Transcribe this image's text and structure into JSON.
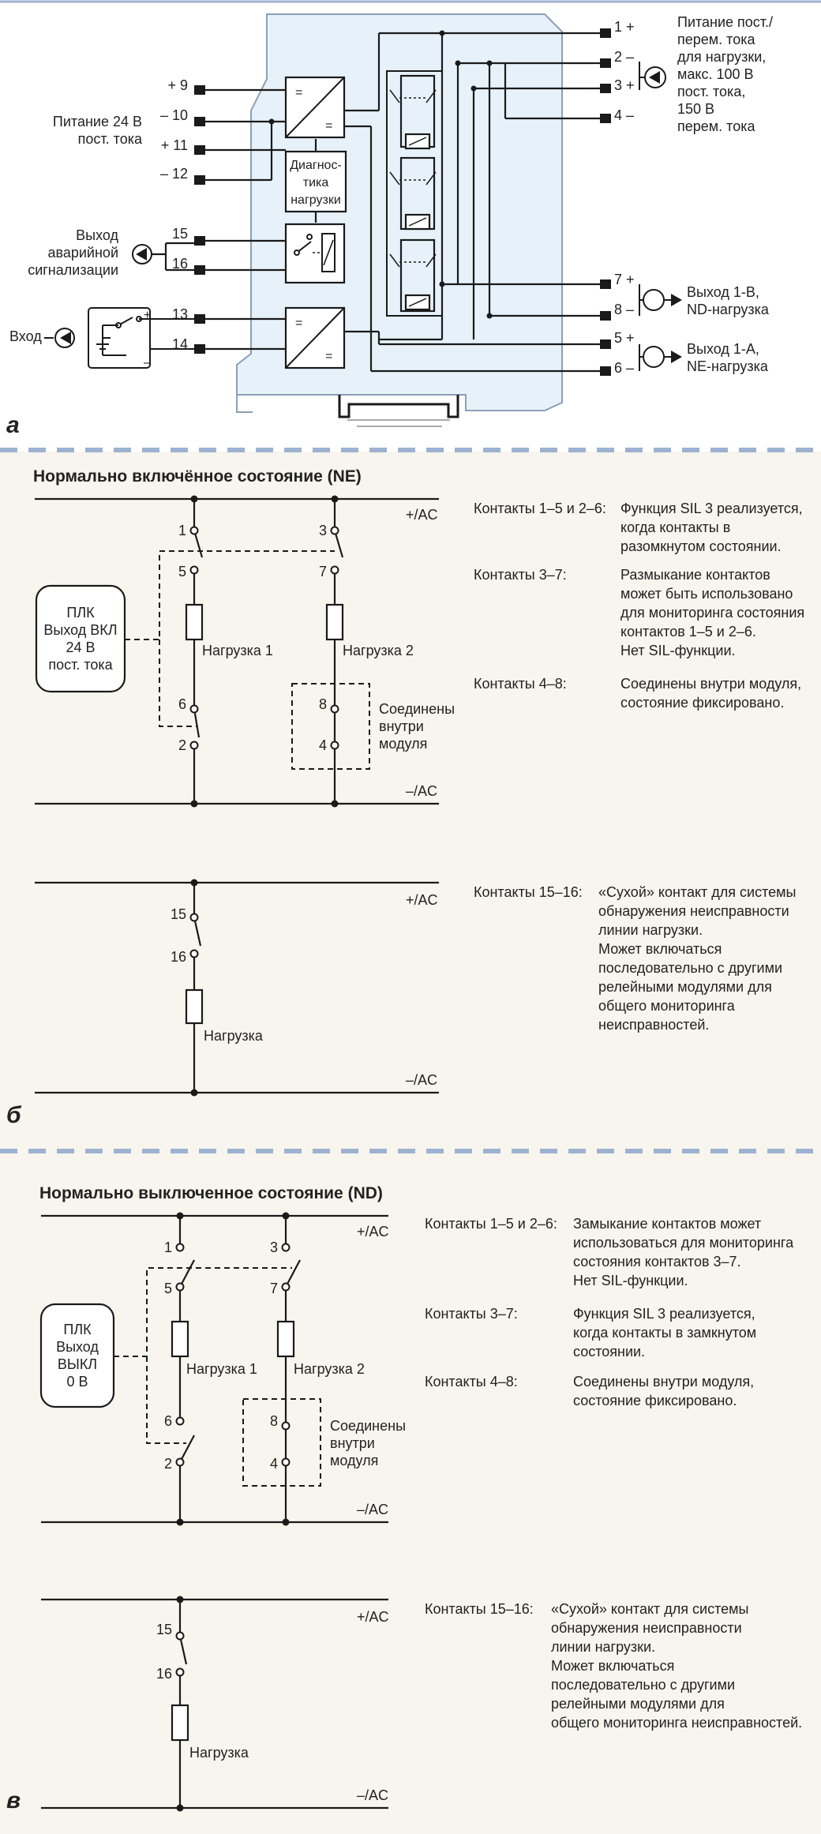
{
  "panel_a": {
    "letter": "а",
    "supply24_line1": "Питание 24 В",
    "supply24_line2": "пост. тока",
    "pins_left": [
      "+ 9",
      "– 10",
      "+ 11",
      "– 12",
      "15",
      "16",
      "13",
      "14"
    ],
    "alarm_line1": "Выход",
    "alarm_line2": "аварийной",
    "alarm_line3": "сигнализации",
    "input_label": "Вход",
    "diag_line1": "Диагнос-",
    "diag_line2": "тика",
    "diag_line3": "нагрузки",
    "pins_right": [
      "1 +",
      "2 –",
      "3 +",
      "4 –",
      "7 +",
      "8 –",
      "5 +",
      "6 –"
    ],
    "load_power_lines": [
      "Питание пост./",
      "перем. тока",
      "для нагрузки,",
      "макс. 100 В",
      "пост. тока,",
      "150 В",
      "перем. тока"
    ],
    "out1b_line1": "Выход 1-B,",
    "out1b_line2": "ND-нагрузка",
    "out1a_line1": "Выход 1-А,",
    "out1a_line2": "NE-нагрузка"
  },
  "panel_b": {
    "letter": "б",
    "title": "Нормально включённое состояние (NE)",
    "plc_lines": [
      "ПЛК",
      "Выход ВКЛ",
      "24 В",
      "пост. тока"
    ],
    "plus_ac": "+/AC",
    "minus_ac": "–/AC",
    "load1": "Нагрузка 1",
    "load2": "Нагрузка 2",
    "load": "Нагрузка",
    "connected_lines": [
      "Соединены",
      "внутри",
      "модуля"
    ],
    "desc": [
      {
        "key": "Контакты 1–5 и 2–6:",
        "lines": [
          "Функция SIL 3 реализуется,",
          "когда контакты в",
          "разомкнутом состоянии."
        ]
      },
      {
        "key": "Контакты 3–7:",
        "lines": [
          "Размыкание контактов",
          "может быть использовано",
          "для мониторинга состояния",
          "контактов 1–5 и 2–6.",
          "Нет SIL-функции."
        ]
      },
      {
        "key": "Контакты 4–8:",
        "lines": [
          "Соединены внутри модуля,",
          "состояние фиксировано."
        ]
      },
      {
        "key": "Контакты 15–16:",
        "lines": [
          "«Сухой» контакт для системы",
          "обнаружения неисправности",
          "линии нагрузки.",
          "Может включаться",
          "последовательно с другими",
          "релейными модулями для",
          "общего мониторинга",
          "неисправностей."
        ]
      }
    ]
  },
  "panel_c": {
    "letter": "в",
    "title": "Нормально выключенное состояние (ND)",
    "plc_lines": [
      "ПЛК",
      "Выход",
      "ВЫКЛ",
      "0 В"
    ],
    "plus_ac": "+/AC",
    "minus_ac": "–/AC",
    "load1": "Нагрузка 1",
    "load2": "Нагрузка 2",
    "load": "Нагрузка",
    "connected_lines": [
      "Соединены",
      "внутри",
      "модуля"
    ],
    "desc": [
      {
        "key": "Контакты 1–5 и 2–6:",
        "lines": [
          "Замыкание контактов может",
          "использоваться для мониторинга",
          "состояния контактов 3–7.",
          "Нет SIL-функции."
        ]
      },
      {
        "key": "Контакты 3–7:",
        "lines": [
          "Функция SIL 3 реализуется,",
          "когда контакты в замкнутом",
          "состоянии."
        ]
      },
      {
        "key": "Контакты 4–8:",
        "lines": [
          "Соединены внутри модуля,",
          "состояние фиксировано."
        ]
      },
      {
        "key": "Контакты 15–16:",
        "lines": [
          "«Сухой» контакт для системы",
          "обнаружения неисправности",
          "линии нагрузки.",
          "Может включаться",
          "последовательно с другими",
          "релейными модулями для",
          "общего мониторинга неисправностей."
        ]
      }
    ]
  },
  "colors": {
    "module_fill": "#e6f1f9",
    "panel_bg": "#f7f5ee",
    "separator": "#9db2d1"
  }
}
